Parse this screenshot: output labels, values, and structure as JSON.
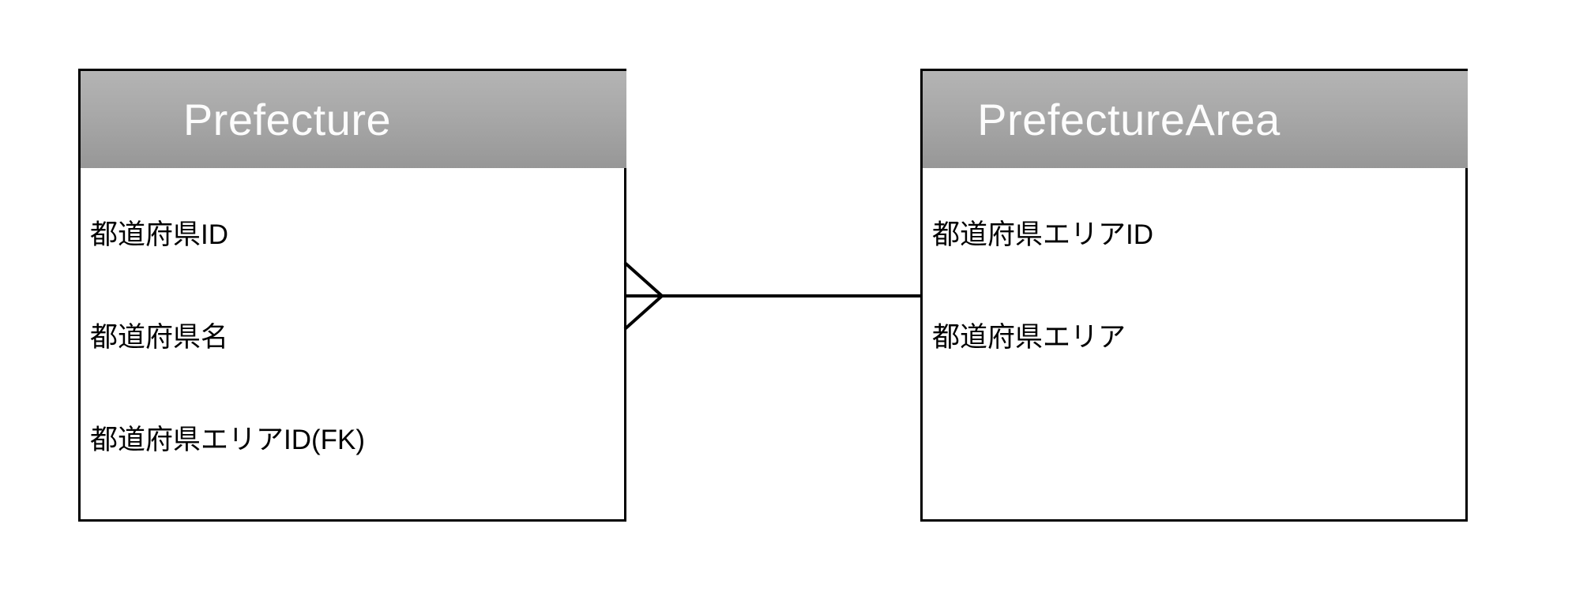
{
  "diagram_type": "entity-relationship-diagram",
  "entities": [
    {
      "name": "Prefecture",
      "attributes": [
        "都道府県ID",
        "都道府県名",
        "都道府県エリアID(FK)"
      ]
    },
    {
      "name": "PrefectureArea",
      "attributes": [
        "都道府県エリアID",
        "都道府県エリア"
      ]
    }
  ],
  "relationship": {
    "from": "Prefecture",
    "to": "PrefectureArea",
    "cardinality": "many-to-one",
    "crow_foot_at": "Prefecture",
    "line_style": "solid"
  },
  "colors": {
    "background": "#ffffff",
    "entity_border": "#000000",
    "header_gradient_top": "#b4b4b4",
    "header_gradient_bottom": "#979797",
    "header_text": "#fcfcfc",
    "attribute_text": "#000000",
    "connector": "#000000"
  }
}
